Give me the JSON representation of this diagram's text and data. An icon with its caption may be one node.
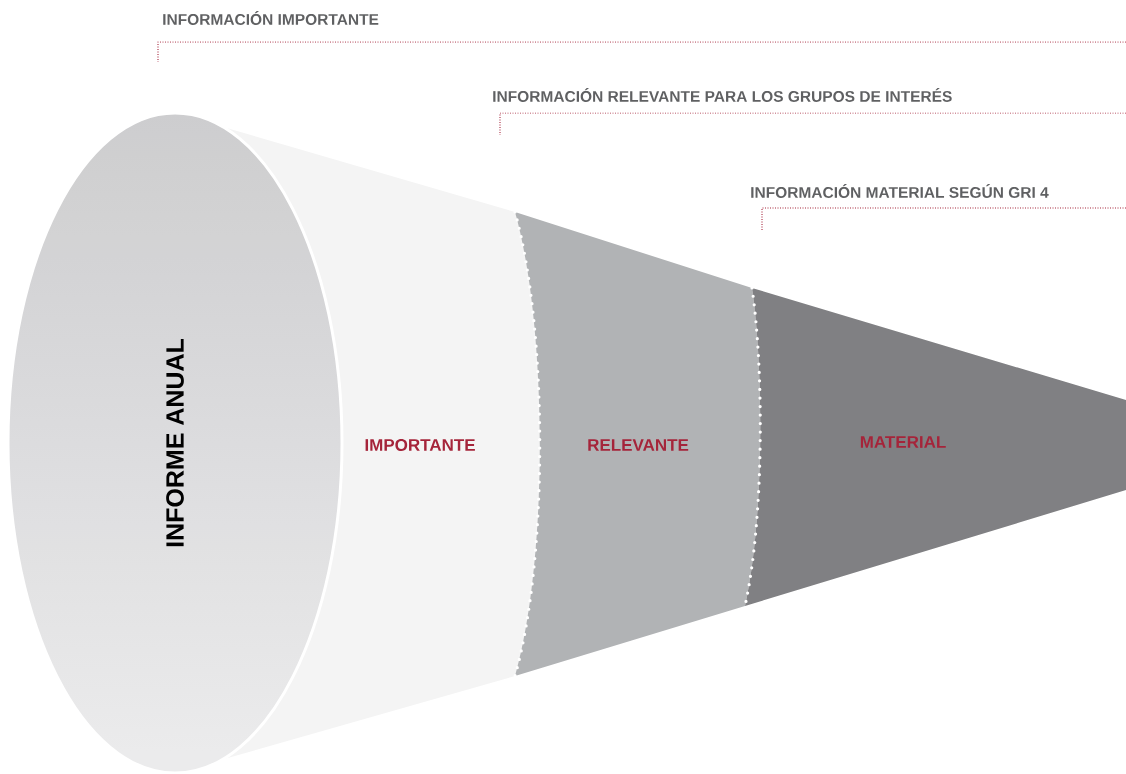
{
  "diagram": {
    "nodes": [
      {
        "text": [
          "INFORME ANUAL"
        ]
      },
      {
        "text": [
          "IMPORTANTE"
        ]
      },
      {
        "text": [
          "RELEVANTE"
        ]
      },
      {
        "text": [
          "MATERIAL"
        ]
      }
    ],
    "labels": [
      "INFORMACIÓN IMPORTANTE",
      "INFORMACIÓN RELEVANTE PARA LOS GRUPOS DE INTERÉS",
      "INFORMACIÓN MATERIAL SEGÚN GRI 4"
    ]
  }
}
